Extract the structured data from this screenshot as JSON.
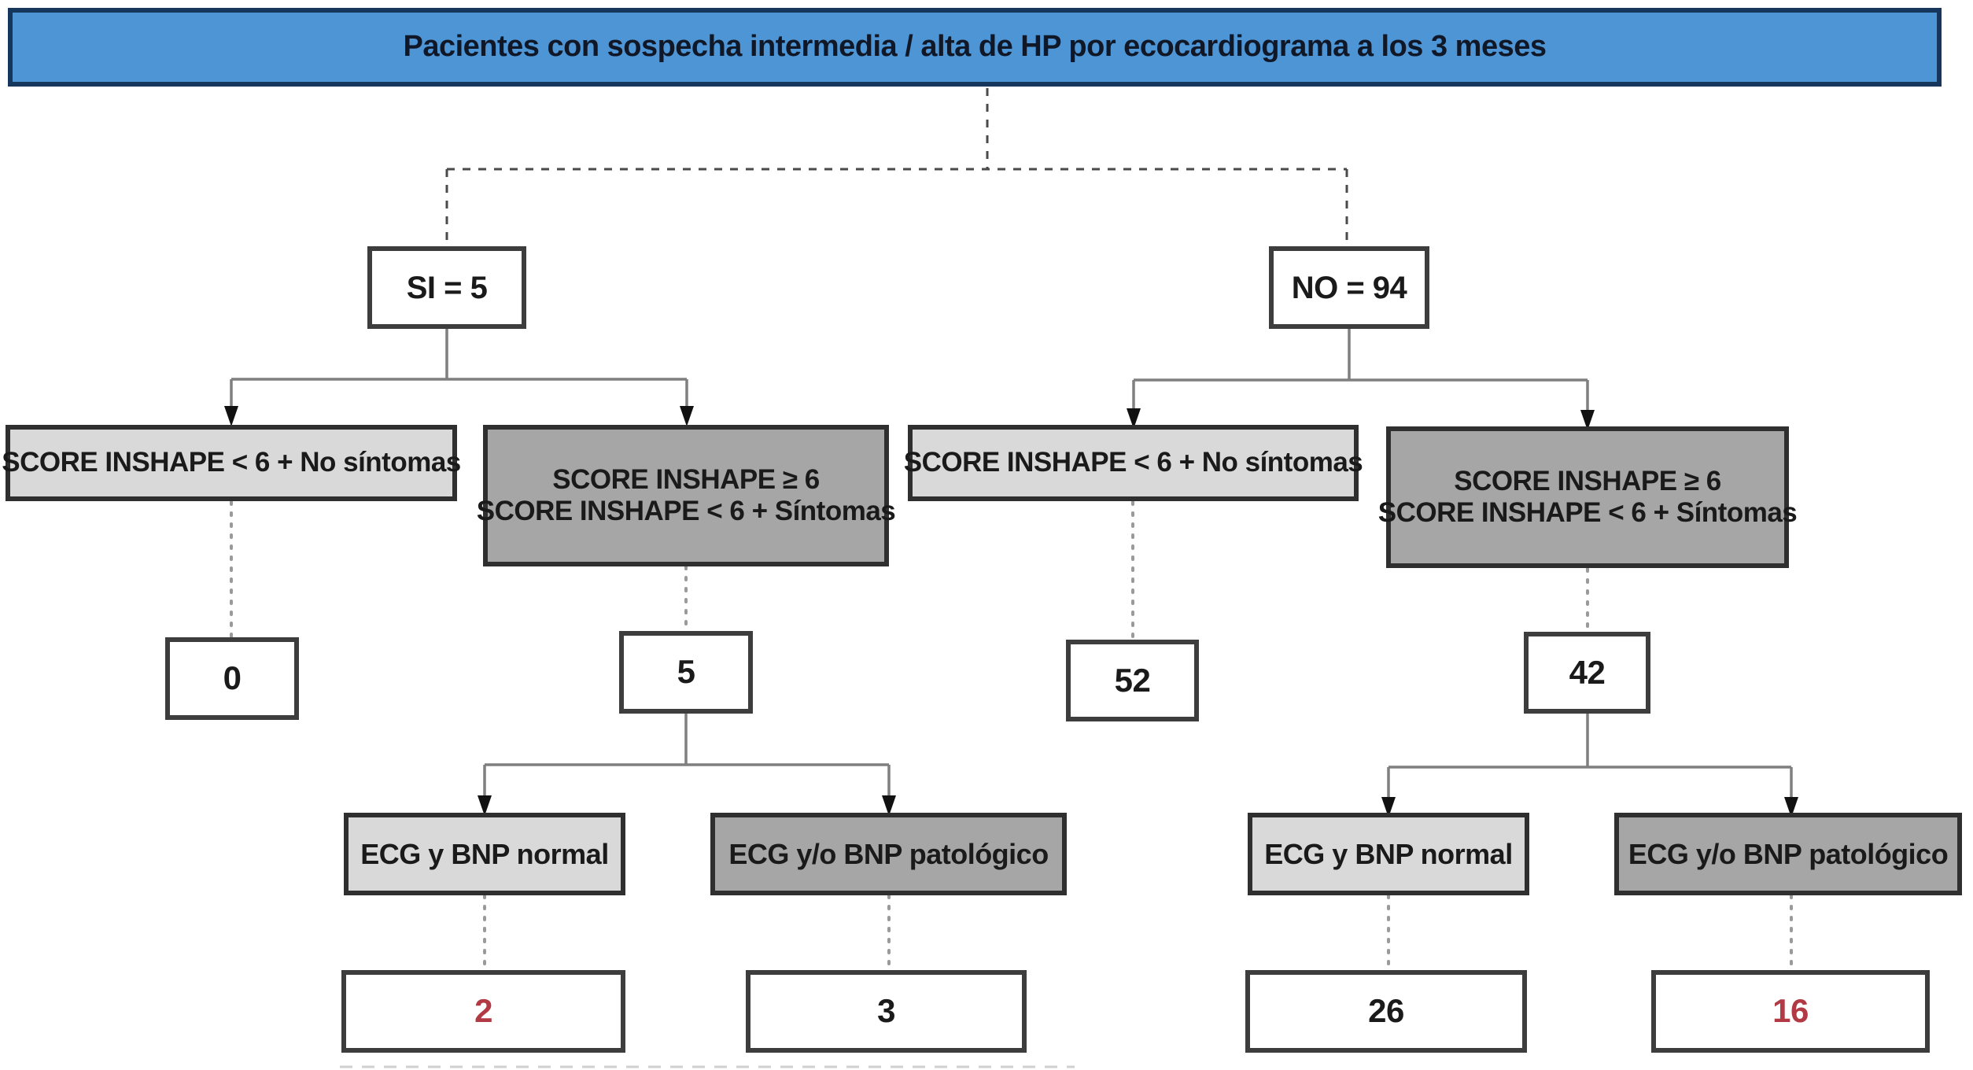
{
  "colors": {
    "header_fill": "#4e95d5",
    "header_border": "#16365c",
    "header_text": "#101828",
    "light_gray": "#d9d9d9",
    "dark_gray": "#a6a6a6",
    "box_border": "#3d3d3d",
    "text": "#1a1a1a",
    "red": "#b13a44",
    "line_solid": "#7f7f7f",
    "line_dashed": "#4a4a4a",
    "line_dotted": "#9a9a9a",
    "arrow": "#111111"
  },
  "header": {
    "label": "Pacientes con sospecha intermedia / alta de HP por ecocardiograma a los 3 meses"
  },
  "branch_yes": {
    "label": "SI = 5",
    "score_low": {
      "label": "SCORE INSHAPE < 6 + No síntomas",
      "count": "0"
    },
    "score_high": {
      "line1": "SCORE INSHAPE ≥ 6",
      "line2": "SCORE INSHAPE < 6 + Síntomas",
      "count": "5",
      "ecg_normal": {
        "label": "ECG y BNP normal",
        "count": "2"
      },
      "ecg_pathologic": {
        "label": "ECG y/o BNP patológico",
        "count": "3"
      }
    }
  },
  "branch_no": {
    "label": "NO = 94",
    "score_low": {
      "label": "SCORE INSHAPE < 6 + No síntomas",
      "count": "52"
    },
    "score_high": {
      "line1": "SCORE INSHAPE ≥ 6",
      "line2": "SCORE INSHAPE < 6 + Síntomas",
      "count": "42",
      "ecg_normal": {
        "label": "ECG y BNP normal",
        "count": "26"
      },
      "ecg_pathologic": {
        "label": "ECG y/o BNP patológico",
        "count": "16"
      }
    }
  }
}
